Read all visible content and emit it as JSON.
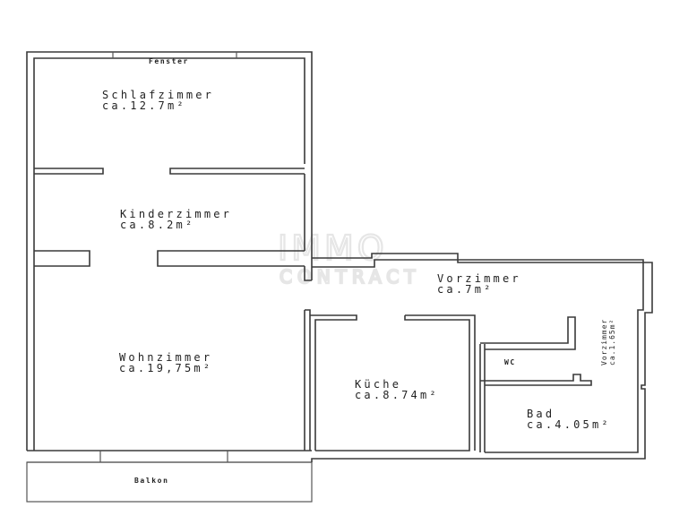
{
  "floorplan": {
    "watermark": {
      "line1": "IMMO",
      "line2": "CONTRACT"
    },
    "window_label": "Fenster",
    "balcony_label": "Balkon",
    "rooms": [
      {
        "name": "Schlafzimmer",
        "area": "ca.12.7m²"
      },
      {
        "name": "Kinderzimmer",
        "area": "ca.8.2m²"
      },
      {
        "name": "Wohnzimmer",
        "area": "ca.19,75m²"
      },
      {
        "name": "Vorzimmer",
        "area": "ca.7m²"
      },
      {
        "name": "Küche",
        "area": "ca.8.74m²"
      },
      {
        "name": "WC",
        "area": ""
      },
      {
        "name": "Bad",
        "area": "ca.4.05m²"
      },
      {
        "name": "Vorzimmer",
        "area": "ca.1.65m²"
      }
    ],
    "colors": {
      "wall": "#3a3a3a",
      "background": "#ffffff",
      "watermark": "#e6e6e6"
    }
  }
}
